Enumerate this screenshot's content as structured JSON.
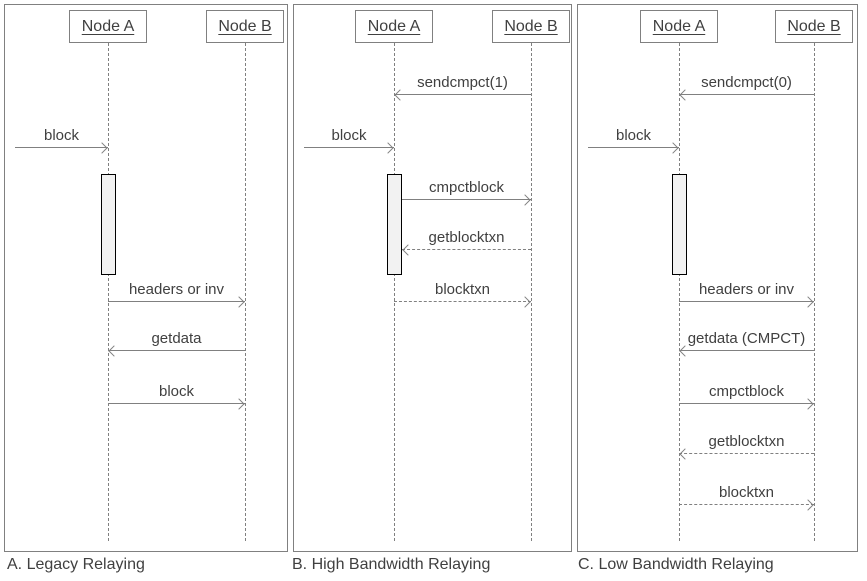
{
  "colors": {
    "line": "#808080",
    "text": "#404040",
    "activation-fill": "#f2f2f2",
    "activation-border": "#000000",
    "bg": "#ffffff"
  },
  "panels": {
    "a": {
      "caption": "A. Legacy Relaying",
      "node_a": "Node A",
      "node_b": "Node B",
      "msg_block_in": "block",
      "msg_headers_or_inv": "headers or inv",
      "msg_getdata": "getdata",
      "msg_block": "block"
    },
    "b": {
      "caption": "B. High Bandwidth Relaying",
      "node_a": "Node A",
      "node_b": "Node B",
      "msg_sendcmpct": "sendcmpct(1)",
      "msg_block_in": "block",
      "msg_cmpctblock": "cmpctblock",
      "msg_getblocktxn": "getblocktxn",
      "msg_blocktxn": "blocktxn"
    },
    "c": {
      "caption": "C. Low Bandwidth Relaying",
      "node_a": "Node A",
      "node_b": "Node B",
      "msg_sendcmpct": "sendcmpct(0)",
      "msg_block_in": "block",
      "msg_headers_or_inv": "headers or inv",
      "msg_getdata_cmpct": "getdata (CMPCT)",
      "msg_cmpctblock": "cmpctblock",
      "msg_getblocktxn": "getblocktxn",
      "msg_blocktxn": "blocktxn"
    }
  }
}
